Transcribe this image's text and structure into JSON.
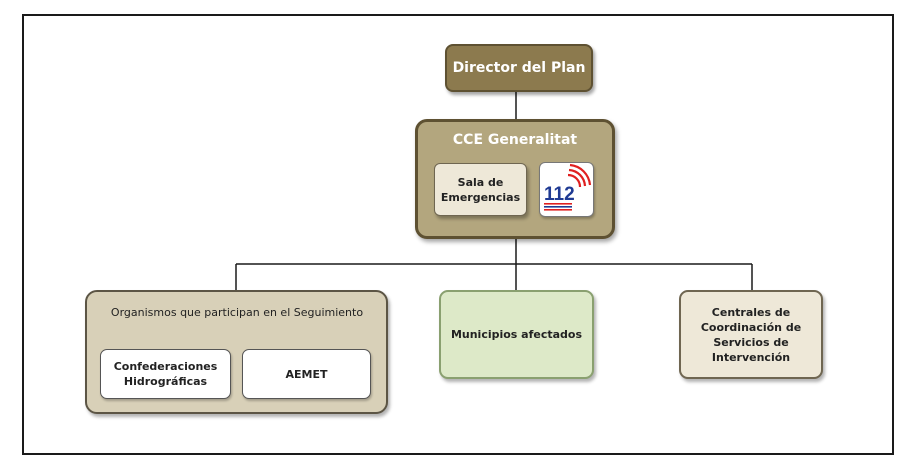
{
  "diagram": {
    "director": "Director del Plan",
    "cce": {
      "title": "CCE Generalitat",
      "sala": "Sala de Emergencias",
      "logo_text": "112"
    },
    "organismos": {
      "title": "Organismos que participan en el Seguimiento",
      "confederaciones": "Confederaciones Hidrográficas",
      "aemet": "AEMET"
    },
    "municipios": "Municipios afectados",
    "centrales": "Centrales de Coordinación de Servicios de Intervención"
  },
  "colors": {
    "dark_box": "#8c7a4e",
    "cce_box": "#b3a67e",
    "light_box": "#eee8d8",
    "organismos_box": "#d8d0b8",
    "green_box": "#dde9c8",
    "logo_red": "#e02020",
    "logo_blue": "#1f3a93"
  }
}
